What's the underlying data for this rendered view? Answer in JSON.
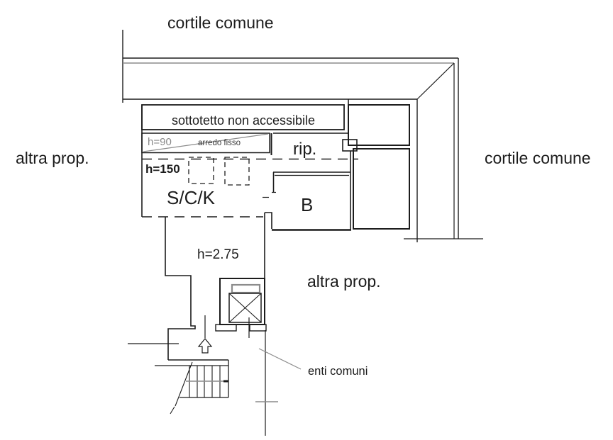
{
  "drawing": {
    "type": "floor-plan",
    "colors": {
      "background": "#ffffff",
      "main_line": "#1c1c1c",
      "secondary_line": "#8c8c8c"
    },
    "exterior_labels": {
      "courtyard_top": "cortile comune",
      "courtyard_right": "cortile comune",
      "other_property_left": "altra prop.",
      "other_property_right": "altra prop.",
      "common_parts": "enti comuni"
    },
    "rooms": {
      "attic": "sottotetto non accessibile",
      "storage": "rip.",
      "living_cooking": "S/C/K",
      "bath": "B"
    },
    "annotations": {
      "h90": "h=90",
      "fixed_furniture": "arredo fisso",
      "h150": "h=150",
      "h275": "h=2.75"
    }
  }
}
